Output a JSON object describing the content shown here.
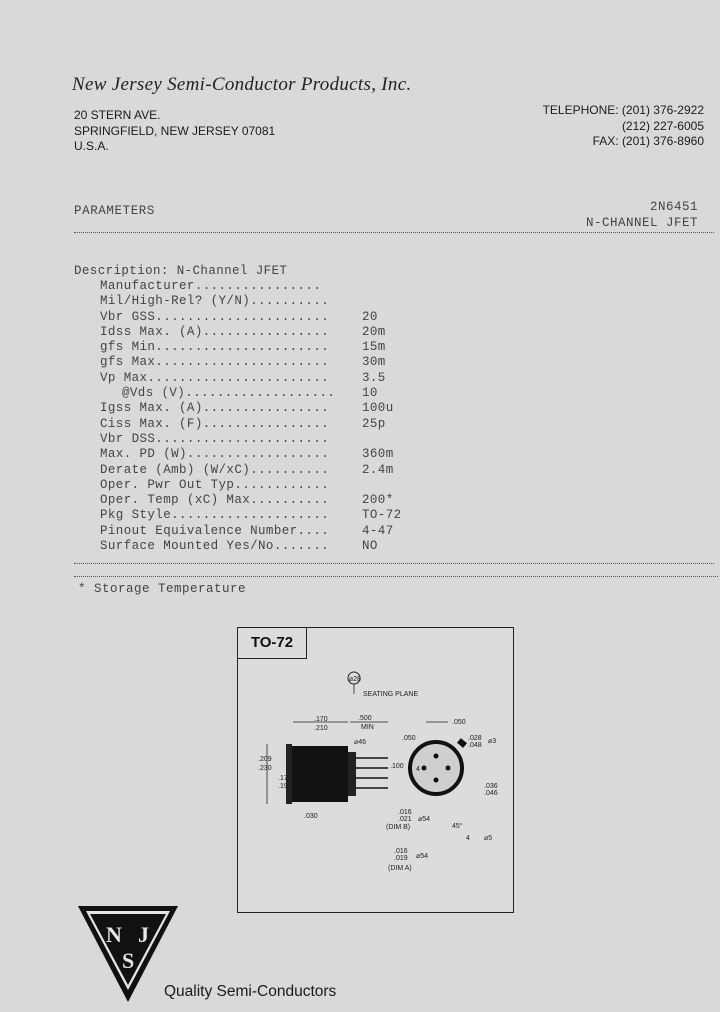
{
  "letterhead": {
    "company": "New Jersey Semi-Conductor Products, Inc.",
    "address_lines": [
      "20 STERN AVE.",
      "SPRINGFIELD, NEW JERSEY 07081",
      "U.S.A."
    ],
    "telephone_lines": [
      "TELEPHONE: (201) 376-2922",
      "(212) 227-6005",
      "FAX: (201) 376-8960"
    ]
  },
  "parameters_label": "PARAMETERS",
  "part": {
    "number": "2N6451",
    "type": "N-CHANNEL JFET"
  },
  "description": "Description: N-Channel JFET",
  "rows": [
    {
      "label": "Manufacturer................",
      "value": ""
    },
    {
      "label": "Mil/High-Rel? (Y/N)..........",
      "value": ""
    },
    {
      "label": "Vbr GSS......................",
      "value": "20"
    },
    {
      "label": "Idss Max. (A)................",
      "value": "20m"
    },
    {
      "label": "gfs Min......................",
      "value": "15m"
    },
    {
      "label": "gfs Max......................",
      "value": "30m"
    },
    {
      "label": "Vp Max.......................",
      "value": "3.5"
    },
    {
      "label": "@Vds (V)...................",
      "value": "10",
      "indent": true
    },
    {
      "label": "Igss Max. (A)................",
      "value": "100u"
    },
    {
      "label": "Ciss Max. (F)................",
      "value": "25p"
    },
    {
      "label": "Vbr DSS......................",
      "value": ""
    },
    {
      "label": "Max. PD (W)..................",
      "value": "360m"
    },
    {
      "label": "Derate (Amb) (W/xC)..........",
      "value": "2.4m"
    },
    {
      "label": "Oper. Pwr Out Typ............",
      "value": ""
    },
    {
      "label": "Oper. Temp (xC) Max..........",
      "value": "200*"
    },
    {
      "label": "Pkg Style....................",
      "value": "TO-72"
    },
    {
      "label": "Pinout Equivalence Number....",
      "value": "4-47"
    },
    {
      "label": "Surface Mounted Yes/No.......",
      "value": "NO"
    }
  ],
  "footnote": "* Storage Temperature",
  "package": {
    "tag": "TO-72",
    "labels": {
      "seating_plane": "SEATING PLANE",
      "d28": "⌀28",
      "d170": ".170",
      "d210": ".210",
      "d500": ".500",
      "dmin": "MIN",
      "d050": ".050",
      "d46": "⌀46",
      "d209": ".209",
      "d230": ".230",
      "d178": ".178",
      "d195": ".195",
      "d030": ".030",
      "d100": ".100",
      "d028": ".028",
      "d048": ".048",
      "d036": ".036",
      "d046": ".046",
      "d016": ".016",
      "d021": ".021",
      "dimb": "(DIM B)",
      "d016b": ".016",
      "d019": ".019",
      "dima": "(DIM A)",
      "d45deg": "45°",
      "d54": "⌀54",
      "d54b": "⌀54",
      "d5": "⌀5",
      "d3": "⌀3",
      "d4": "4"
    }
  },
  "logo": {
    "letters": [
      "N",
      "J",
      "S"
    ]
  },
  "tagline": "Quality Semi-Conductors"
}
